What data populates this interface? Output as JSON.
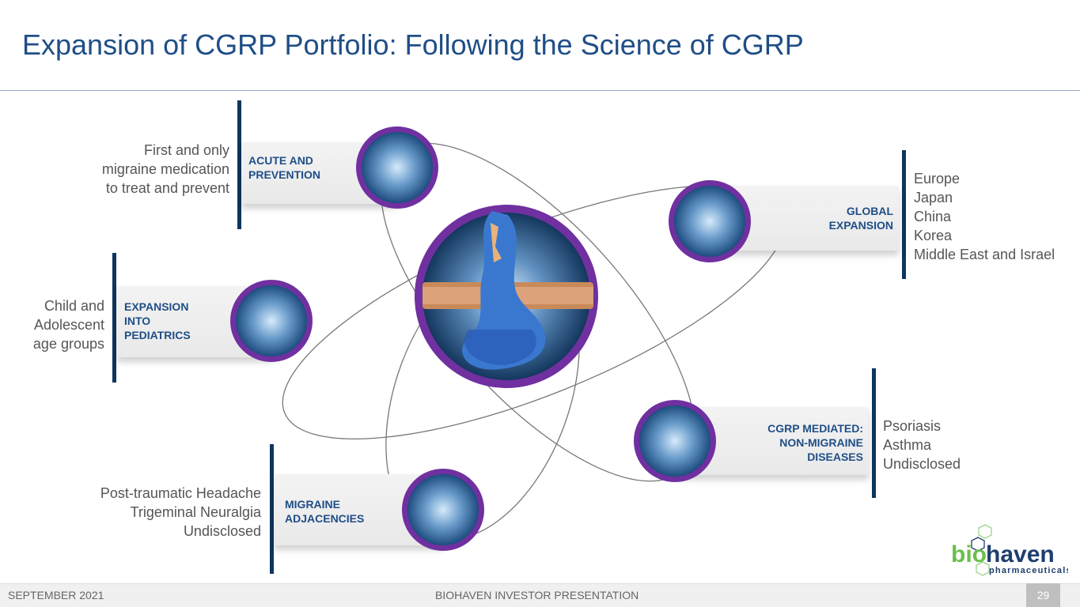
{
  "title": "Expansion of CGRP Portfolio: Following the Science of CGRP",
  "nodes": {
    "acute": {
      "label1": "ACUTE AND",
      "label2": "PREVENTION",
      "desc": [
        "First and only",
        "migraine medication",
        "to treat and prevent"
      ]
    },
    "global": {
      "label1": "GLOBAL",
      "label2": "EXPANSION",
      "desc": [
        "Europe",
        "Japan",
        "China",
        "Korea",
        "Middle East and Israel"
      ]
    },
    "pediatrics": {
      "label1": "EXPANSION",
      "label2": "INTO",
      "label3": "PEDIATRICS",
      "desc": [
        "Child and",
        "Adolescent",
        "age groups"
      ]
    },
    "cgrp": {
      "label1": "CGRP MEDIATED:",
      "label2": "NON-MIGRAINE",
      "label3": "DISEASES",
      "desc": [
        "Psoriasis",
        "Asthma",
        "Undisclosed"
      ]
    },
    "migraine": {
      "label1": "MIGRAINE",
      "label2": "ADJACENCIES",
      "desc": [
        "Post-traumatic Headache",
        "Trigeminal Neuralgia",
        "Undisclosed"
      ]
    }
  },
  "logo": {
    "bio": "bio",
    "haven": "haven",
    "sub": "pharmaceuticals"
  },
  "footer": {
    "date": "SEPTEMBER 2021",
    "center": "BIOHAVEN INVESTOR PRESENTATION",
    "page": "29"
  },
  "colors": {
    "accent": "#1f4e86",
    "ring": "#7030a0",
    "bar": "#0e355f",
    "green": "#6abf4b"
  }
}
